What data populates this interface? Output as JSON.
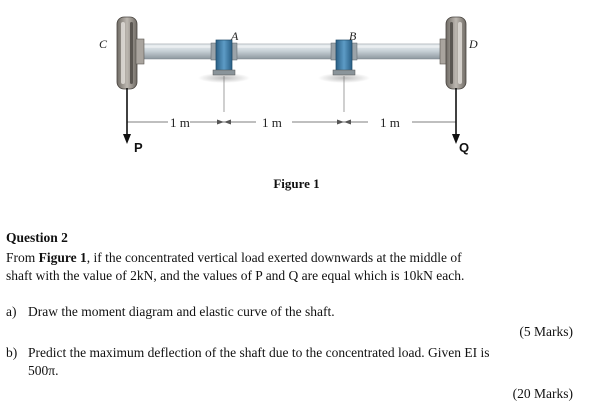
{
  "figure": {
    "labels": {
      "c": "C",
      "a": "A",
      "b": "B",
      "d": "D",
      "dim1": "1 m",
      "dim2": "1 m",
      "dim3": "1 m",
      "p": "P",
      "q": "Q"
    },
    "caption": "Figure 1",
    "colors": {
      "shaft": "#c9d2d8",
      "bearing": "#3d7aa3",
      "pulley": "#8f8a83"
    }
  },
  "question": {
    "title": "Question 2",
    "intro_prefix": "From ",
    "intro_ref": "Figure 1",
    "intro_line1_rest": ", if the concentrated vertical load exerted downwards at the middle of",
    "intro_line2": "shaft with the value of 2kN, and the values of P and Q are equal which is 10kN each.",
    "parts": [
      {
        "tag": "a)",
        "text": "Draw the moment diagram and elastic curve of the shaft.",
        "marks": "(5 Marks)"
      },
      {
        "tag": "b)",
        "text_line1": "Predict the maximum deflection of the shaft due to the concentrated load. Given EI is",
        "text_line2": "500π.",
        "marks": "(20 Marks)"
      }
    ]
  }
}
